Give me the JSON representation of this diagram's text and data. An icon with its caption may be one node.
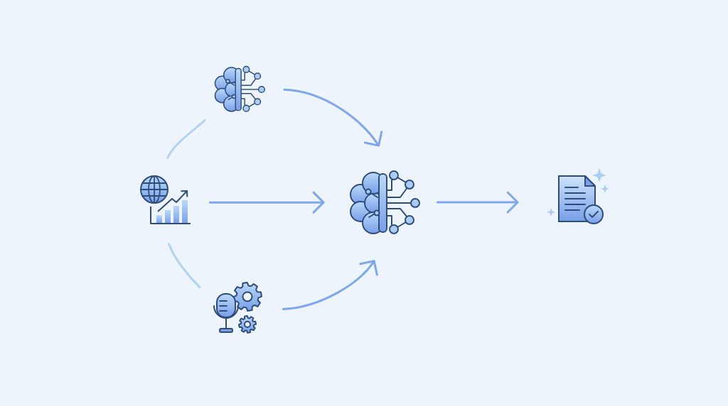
{
  "diagram": {
    "nodes": [
      {
        "text": [],
        "shape": "picture"
      },
      {
        "text": [],
        "shape": "picture"
      },
      {
        "text": [],
        "shape": "picture"
      },
      {
        "text": [],
        "shape": "picture"
      },
      {
        "text": [],
        "shape": "picture"
      }
    ],
    "edges": [
      {
        "from": 0,
        "to": 1,
        "arrow": "none",
        "color": "#b0d2f4"
      },
      {
        "from": 1,
        "to": 3,
        "arrow": "to"
      },
      {
        "from": 0,
        "to": 3,
        "arrow": "to"
      },
      {
        "from": 0,
        "to": 2,
        "arrow": "none",
        "color": "#b0d2f4"
      },
      {
        "from": 2,
        "to": 3,
        "arrow": "to"
      },
      {
        "from": 3,
        "to": 4,
        "arrow": "to"
      }
    ]
  }
}
